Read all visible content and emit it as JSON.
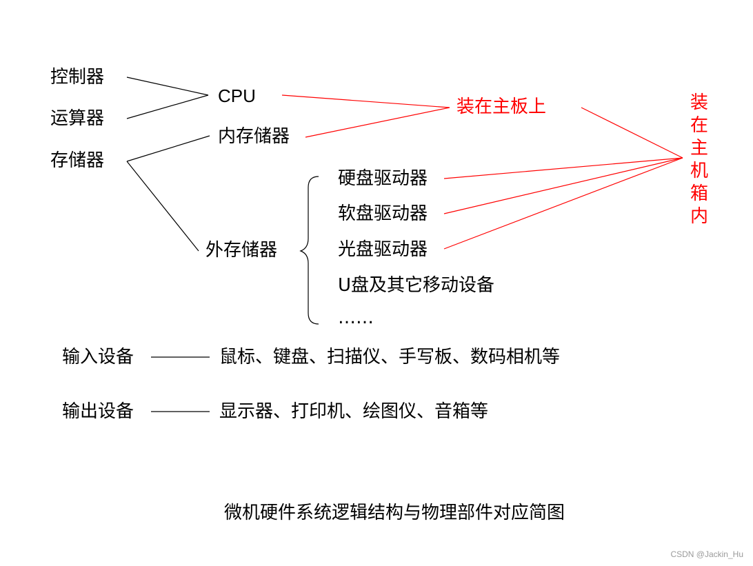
{
  "nodes": {
    "controller": "控制器",
    "alu": "运算器",
    "storage": "存储器",
    "cpu": "CPU",
    "memory": "内存储器",
    "ext_storage": "外存储器",
    "hdd": "硬盘驱动器",
    "fdd": "软盘驱动器",
    "odd": "光盘驱动器",
    "usb": "U盘及其它移动设备",
    "more": "……",
    "on_board": "装在主板上",
    "in_case": "装在主机箱内"
  },
  "io": {
    "input_label": "输入设备",
    "input_items": "鼠标、键盘、扫描仪、手写板、数码相机等",
    "output_label": "输出设备",
    "output_items": "显示器、打印机、绘图仪、音箱等"
  },
  "caption": "微机硬件系统逻辑结构与物理部件对应简图",
  "watermark": "CSDN @Jackin_Hu",
  "colors": {
    "text": "#000000",
    "accent": "#ff0000",
    "background": "#ffffff"
  }
}
